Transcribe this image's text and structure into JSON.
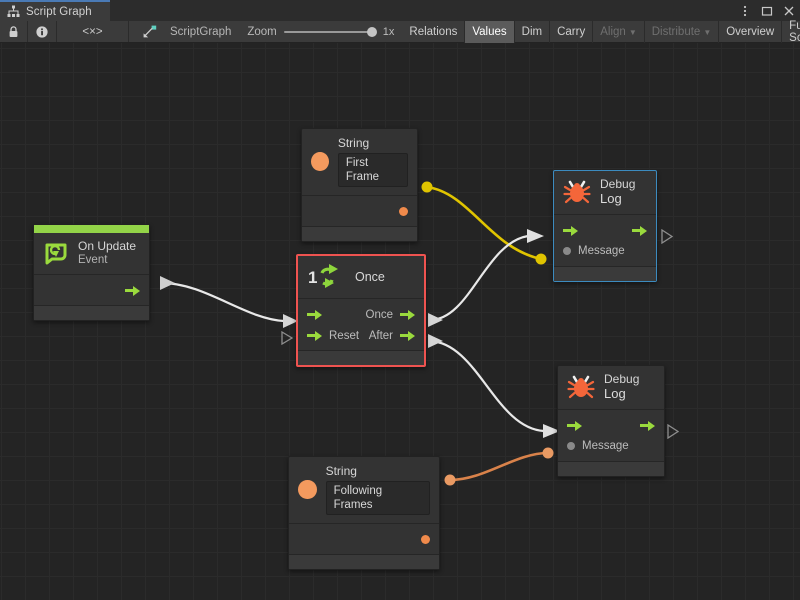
{
  "window": {
    "tab_label": "Script Graph",
    "tab_icon": "graph-hierarchy-icon",
    "menu_icon": "kebab-menu-icon",
    "maximize_icon": "maximize-icon",
    "close_icon": "close-icon"
  },
  "toolbar": {
    "lock_icon": "lock-icon",
    "info_icon": "info-icon",
    "code_label": "<×>",
    "graph_icon": "scriptgraph-icon",
    "graph_name": "ScriptGraph",
    "zoom_label": "Zoom",
    "zoom_value": "1x",
    "buttons": [
      {
        "label": "Relations",
        "state": "normal",
        "has_caret": false
      },
      {
        "label": "Values",
        "state": "active",
        "has_caret": false
      },
      {
        "label": "Dim",
        "state": "normal",
        "has_caret": false
      },
      {
        "label": "Carry",
        "state": "normal",
        "has_caret": false
      },
      {
        "label": "Align",
        "state": "disabled",
        "has_caret": true
      },
      {
        "label": "Distribute",
        "state": "disabled",
        "has_caret": true
      },
      {
        "label": "Overview",
        "state": "normal",
        "has_caret": false
      },
      {
        "label": "Full Screen",
        "state": "normal",
        "has_caret": false
      }
    ]
  },
  "colors": {
    "accent_event": "#93d448",
    "flow_port": "#9ada3d",
    "selection": "#ef5350",
    "hover": "#3c8bbf",
    "edge_flow": "#e8e8e8",
    "edge_string_top": "#e0c400",
    "edge_string_bottom": "#d9824a",
    "value_orange": "#f49a5e",
    "canvas": "#242424"
  },
  "nodes": {
    "on_update": {
      "name": "On Update",
      "subtitle": "Event",
      "icon": "on-update-event-icon",
      "out_flow_label": ""
    },
    "string_first_frame": {
      "name": "String",
      "value": "First Frame",
      "icon": "string-value-icon"
    },
    "string_following_frames": {
      "name": "String",
      "value": "Following Frames",
      "icon": "string-value-icon"
    },
    "once": {
      "name": "Once",
      "icon": "once-loop-icon",
      "badge": "1",
      "in_ports": [
        "",
        "Reset"
      ],
      "out_ports": [
        "Once",
        "After"
      ]
    },
    "debug_log_top": {
      "title_line1": "Debug",
      "title_line2": "Log",
      "icon": "debug-bug-icon",
      "message_label": "Message",
      "state": "hovered"
    },
    "debug_log_bottom": {
      "title_line1": "Debug",
      "title_line2": "Log",
      "icon": "debug-bug-icon",
      "message_label": "Message",
      "state": "normal"
    }
  },
  "connections": [
    {
      "from": "on_update.out_flow",
      "to": "once.in_flow",
      "type": "flow",
      "color": "#e8e8e8"
    },
    {
      "from": "string_first_frame.out_value",
      "to": "debug_log_top.message",
      "type": "value",
      "color": "#e0c400"
    },
    {
      "from": "once.out_once",
      "to": "debug_log_top.in_flow",
      "type": "flow",
      "color": "#e8e8e8"
    },
    {
      "from": "once.out_after",
      "to": "debug_log_bottom.in_flow",
      "type": "flow",
      "color": "#e8e8e8"
    },
    {
      "from": "string_following_frames.out_value",
      "to": "debug_log_bottom.message",
      "type": "value",
      "color": "#d9824a"
    }
  ]
}
